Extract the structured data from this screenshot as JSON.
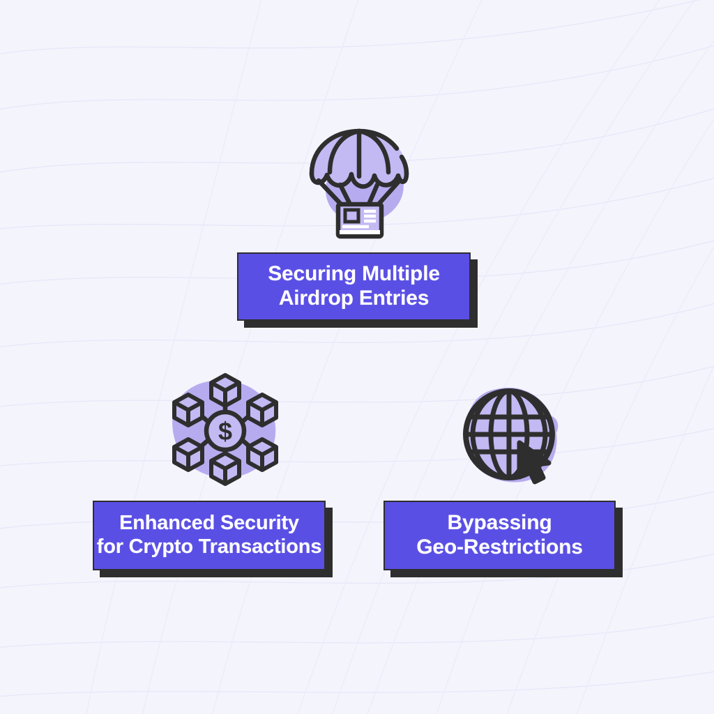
{
  "page": {
    "title": "Airdrop Benefits Infographic",
    "background_color": "#f4f4fd",
    "accent_color": "#5a4fe4",
    "shadow_color": "#2e2e2e",
    "blob_color": "#b7abf0",
    "text_color": "#ffffff",
    "layout": "three-card pyramid: one card top-center, two cards bottom-left and bottom-right"
  },
  "cards": [
    {
      "id": "securing-multiple-airdrop-entries",
      "label": "Securing Multiple\nAirdrop Entries",
      "line1": "Securing Multiple",
      "line2": "Airdrop Entries",
      "icon": "parachute-icon",
      "position": "top-center"
    },
    {
      "id": "enhanced-security-for-crypto-transactions",
      "label": "Enhanced Security\nfor Crypto Transactions",
      "line1": "Enhanced Security",
      "line2": "for Crypto Transactions",
      "icon": "blockchain-network-icon",
      "position": "bottom-left"
    },
    {
      "id": "bypassing-geo-restrictions",
      "label": "Bypassing\nGeo-Restrictions",
      "line1": "Bypassing",
      "line2": "Geo-Restrictions",
      "icon": "globe-cursor-icon",
      "position": "bottom-right"
    }
  ],
  "icons": {
    "parachute": {
      "name": "parachute-icon",
      "description": "parachute canopy with four panels dropping an ID-card package"
    },
    "blockchain": {
      "name": "blockchain-network-icon",
      "description": "six isometric cubes linked around a central dollar coin"
    },
    "globe": {
      "name": "globe-cursor-icon",
      "description": "wireframe globe with mouse cursor arrow"
    }
  }
}
